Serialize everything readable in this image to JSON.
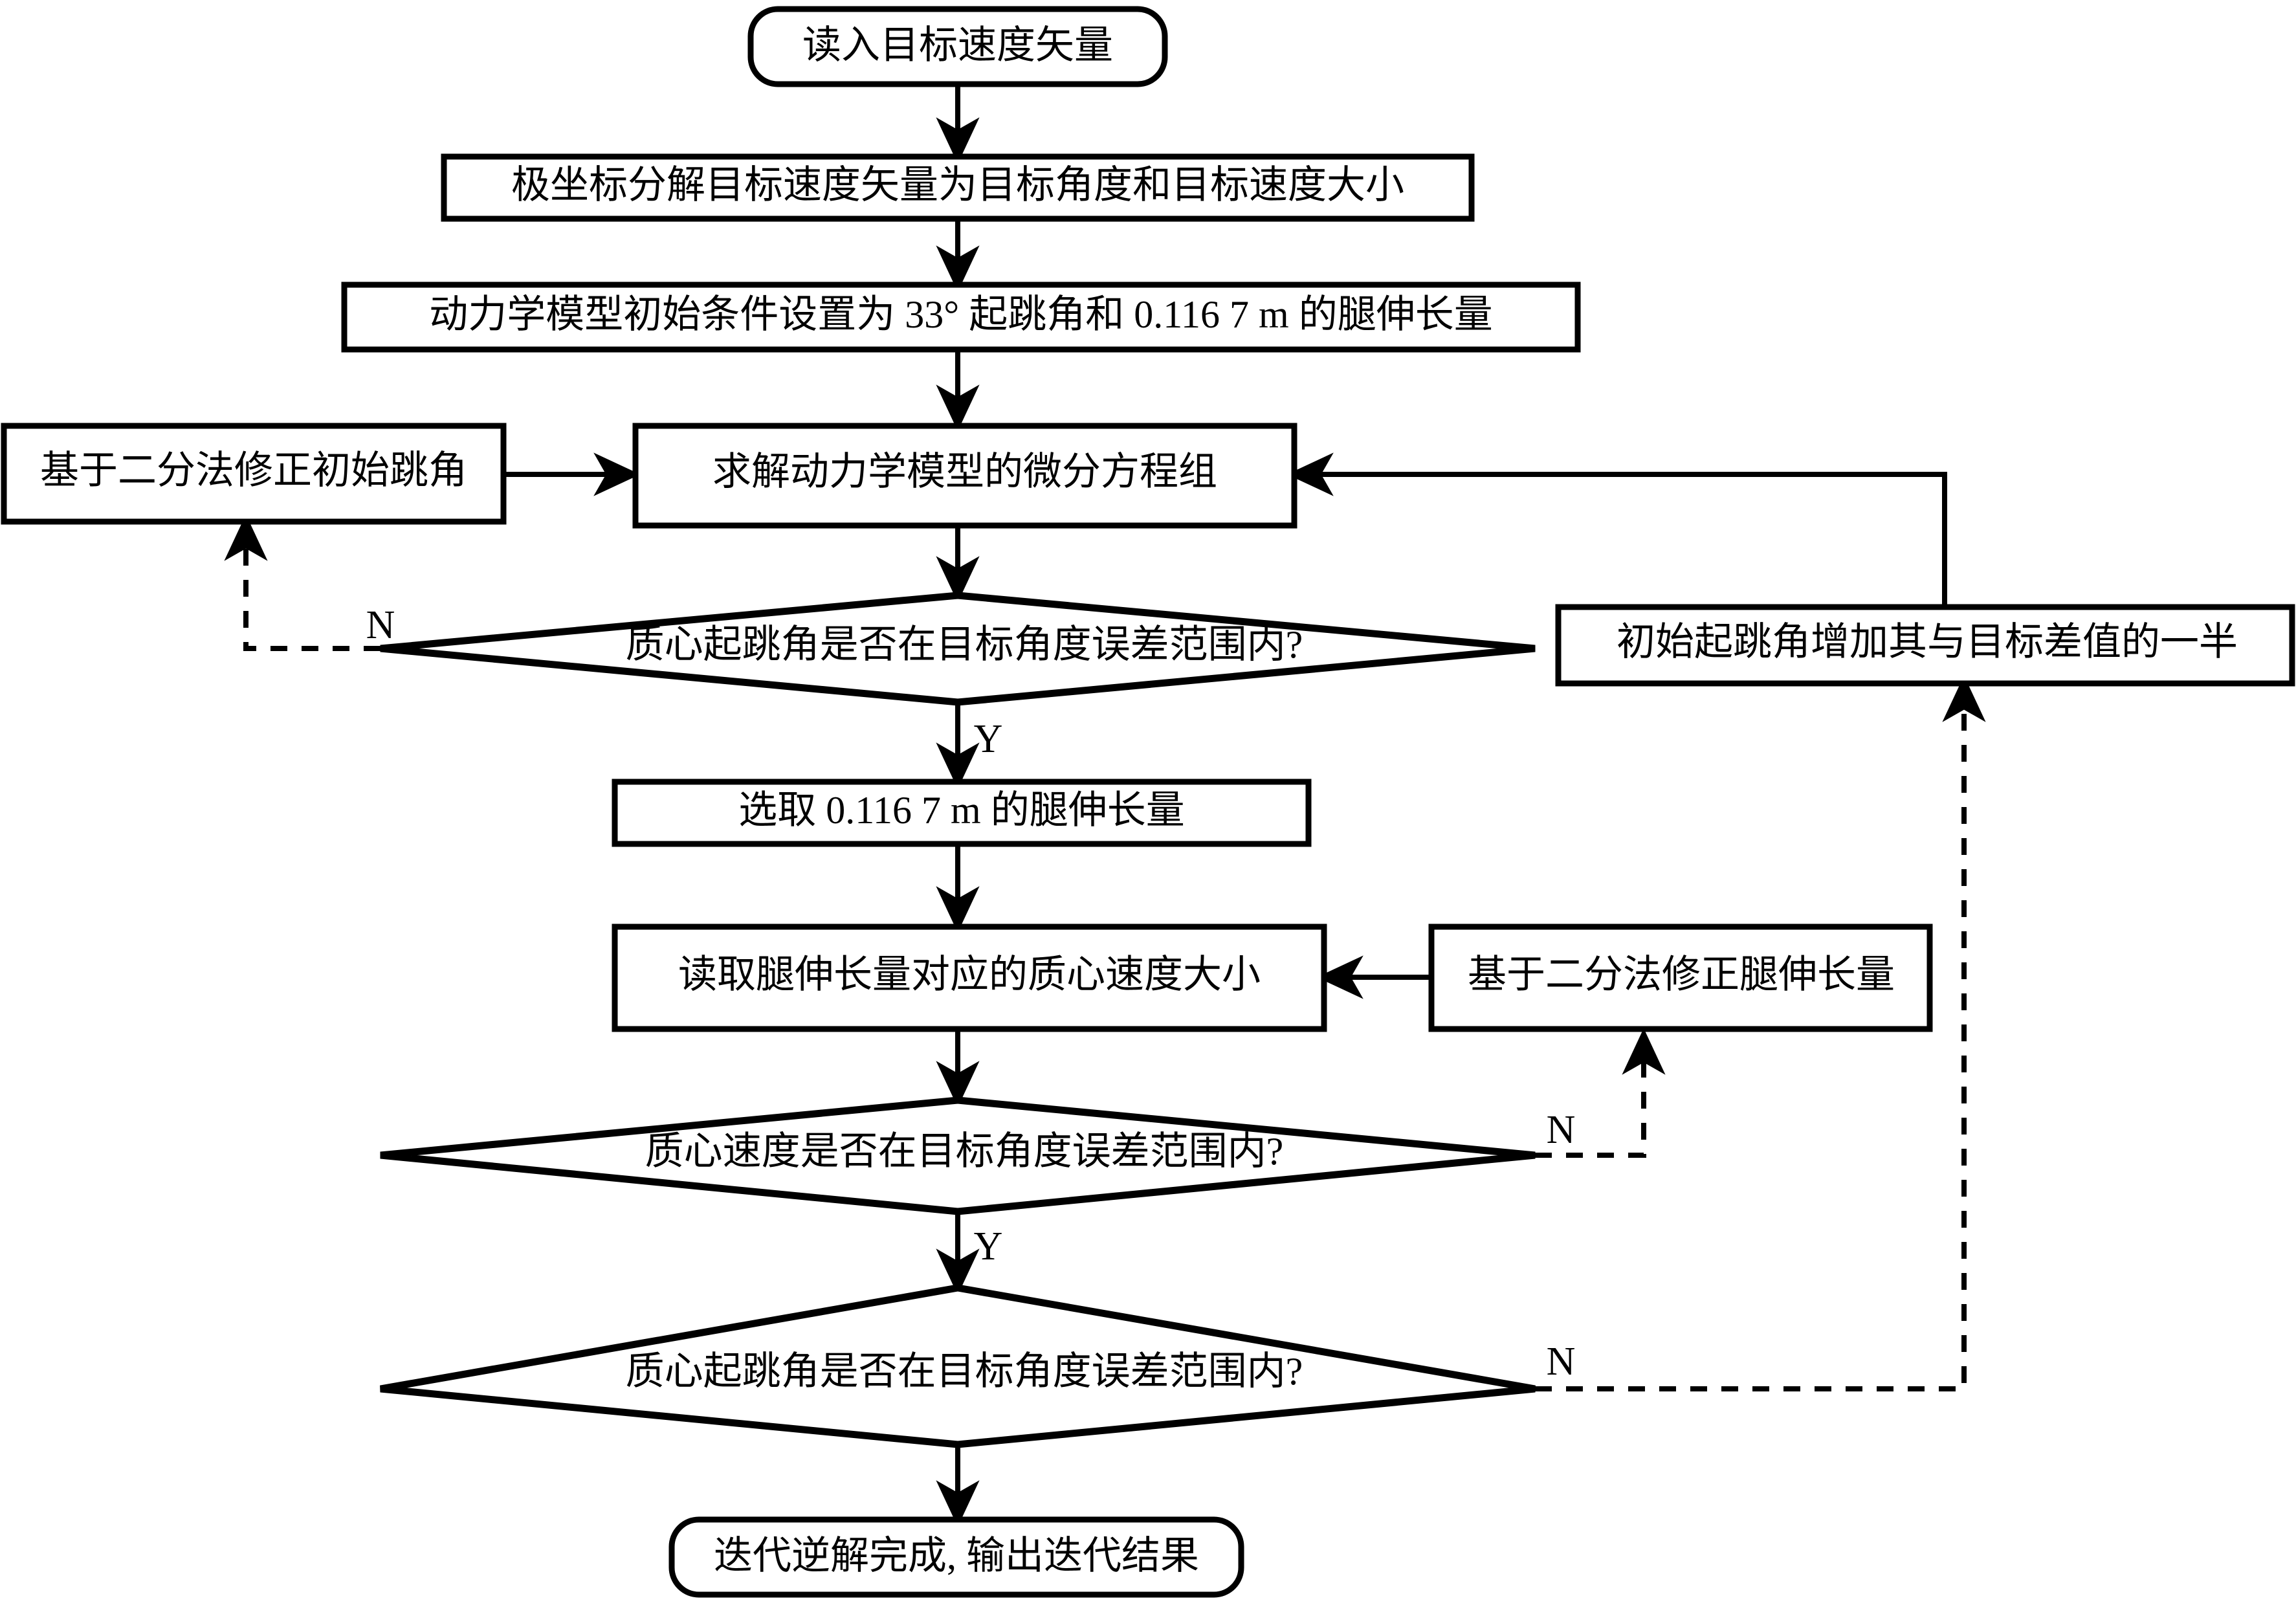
{
  "diagram": {
    "type": "flowchart",
    "title": "",
    "orientation": "top-to-bottom",
    "colors": {
      "stroke": "#000000",
      "fill": "#ffffff",
      "text": "#000000"
    },
    "nodes": [
      {
        "id": "start",
        "shape": "rounded-terminal",
        "label": "读入目标速度矢量"
      },
      {
        "id": "decompose",
        "shape": "process",
        "label": "极坐标分解目标速度矢量为目标角度和目标速度大小"
      },
      {
        "id": "initcond",
        "shape": "process",
        "label": "动力学模型初始条件设置为 33° 起跳角和 0.116 7 m 的腿伸长量"
      },
      {
        "id": "bisect_ang",
        "shape": "process",
        "label": "基于二分法修正初始跳角"
      },
      {
        "id": "solve_ode",
        "shape": "process",
        "label": "求解动力学模型的微分方程组"
      },
      {
        "id": "d1",
        "shape": "decision",
        "label": "质心起跳角是否在目标角度误差范围内?"
      },
      {
        "id": "addhalf",
        "shape": "process",
        "label": "初始起跳角增加其与目标差值的一半"
      },
      {
        "id": "pick_leg",
        "shape": "process",
        "label": "选取 0.116 7 m 的腿伸长量"
      },
      {
        "id": "read_vel",
        "shape": "process",
        "label": "读取腿伸长量对应的质心速度大小"
      },
      {
        "id": "bisect_leg",
        "shape": "process",
        "label": "基于二分法修正腿伸长量"
      },
      {
        "id": "d2",
        "shape": "decision",
        "label": "质心速度是否在目标角度误差范围内?"
      },
      {
        "id": "d3",
        "shape": "decision",
        "label": "质心起跳角是否在目标角度误差范围内?"
      },
      {
        "id": "end",
        "shape": "rounded-terminal",
        "label": "迭代逆解完成, 输出迭代结果"
      }
    ],
    "edges": [
      {
        "from": "start",
        "to": "decompose",
        "style": "solid",
        "label": ""
      },
      {
        "from": "decompose",
        "to": "initcond",
        "style": "solid",
        "label": ""
      },
      {
        "from": "initcond",
        "to": "solve_ode",
        "style": "solid",
        "label": ""
      },
      {
        "from": "bisect_ang",
        "to": "solve_ode",
        "style": "solid",
        "label": ""
      },
      {
        "from": "addhalf",
        "to": "solve_ode",
        "style": "solid",
        "label": ""
      },
      {
        "from": "solve_ode",
        "to": "d1",
        "style": "solid",
        "label": ""
      },
      {
        "from": "d1",
        "to": "bisect_ang",
        "style": "dashed",
        "label": "N"
      },
      {
        "from": "d1",
        "to": "pick_leg",
        "style": "solid",
        "label": "Y"
      },
      {
        "from": "pick_leg",
        "to": "read_vel",
        "style": "solid",
        "label": ""
      },
      {
        "from": "bisect_leg",
        "to": "read_vel",
        "style": "solid",
        "label": ""
      },
      {
        "from": "read_vel",
        "to": "d2",
        "style": "solid",
        "label": ""
      },
      {
        "from": "d2",
        "to": "bisect_leg",
        "style": "dashed",
        "label": "N"
      },
      {
        "from": "d2",
        "to": "d3",
        "style": "solid",
        "label": "Y"
      },
      {
        "from": "d3",
        "to": "addhalf",
        "style": "dashed",
        "label": "N"
      },
      {
        "from": "d3",
        "to": "end",
        "style": "solid",
        "label": ""
      }
    ],
    "edge_labels": {
      "d1_no": "N",
      "d1_yes": "Y",
      "d2_no": "N",
      "d2_yes": "Y",
      "d3_no": "N"
    }
  }
}
